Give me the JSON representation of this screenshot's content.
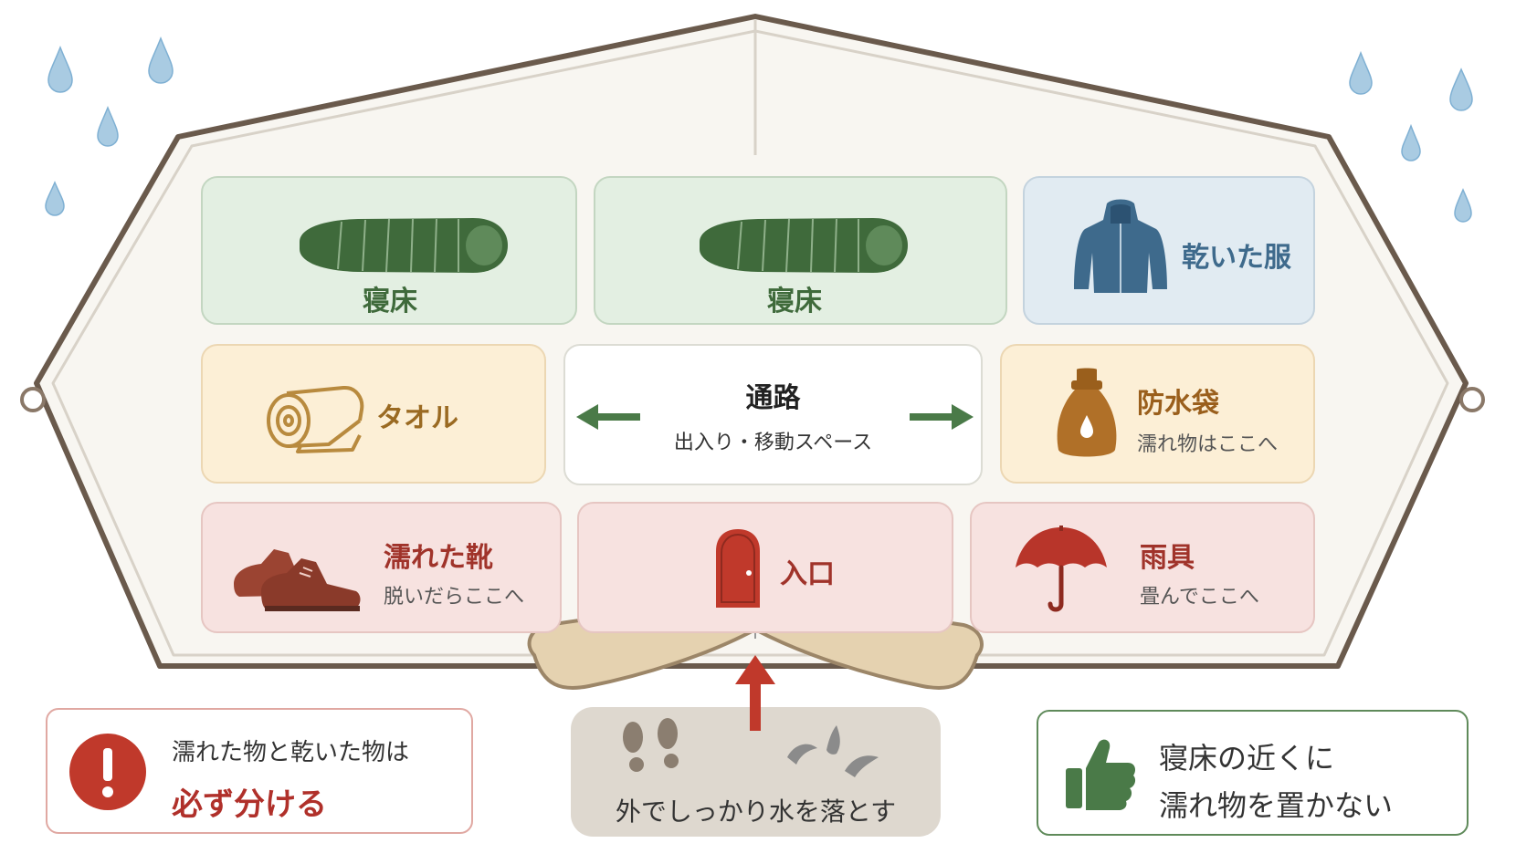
{
  "colors": {
    "sleep": "#3f6a3b",
    "dry": "#3e6a8c",
    "towel": "#9a6a22",
    "bag": "#9a5f1c",
    "wet": "#a0332a",
    "path_arrow": "#4a7a48",
    "entry_arrow": "#c0392b"
  },
  "zones": {
    "sleep1": {
      "label": "寝床",
      "icon": "sleeping-bag-icon"
    },
    "sleep2": {
      "label": "寝床",
      "icon": "sleeping-bag-icon"
    },
    "dry_clothes": {
      "label": "乾いた服",
      "icon": "jacket-icon"
    },
    "towel": {
      "label": "タオル",
      "icon": "towel-roll-icon"
    },
    "passage": {
      "label": "通路",
      "sub": "出入り・移動スペース"
    },
    "waterproof_bag": {
      "label": "防水袋",
      "sub": "濡れ物はここへ",
      "icon": "dry-bag-icon"
    },
    "wet_shoes": {
      "label": "濡れた靴",
      "sub": "脱いだらここへ",
      "icon": "shoes-icon"
    },
    "entrance": {
      "label": "入口",
      "icon": "door-icon"
    },
    "rain_gear": {
      "label": "雨具",
      "sub": "畳んでここへ",
      "icon": "umbrella-icon"
    }
  },
  "mat": {
    "text": "外でしっかり水を落とす"
  },
  "notes": {
    "separate": {
      "line1": "濡れた物と乾いた物は",
      "line2": "必ず分ける"
    },
    "good": {
      "line1": "寝床の近くに",
      "line2": "濡れ物を置かない"
    }
  }
}
